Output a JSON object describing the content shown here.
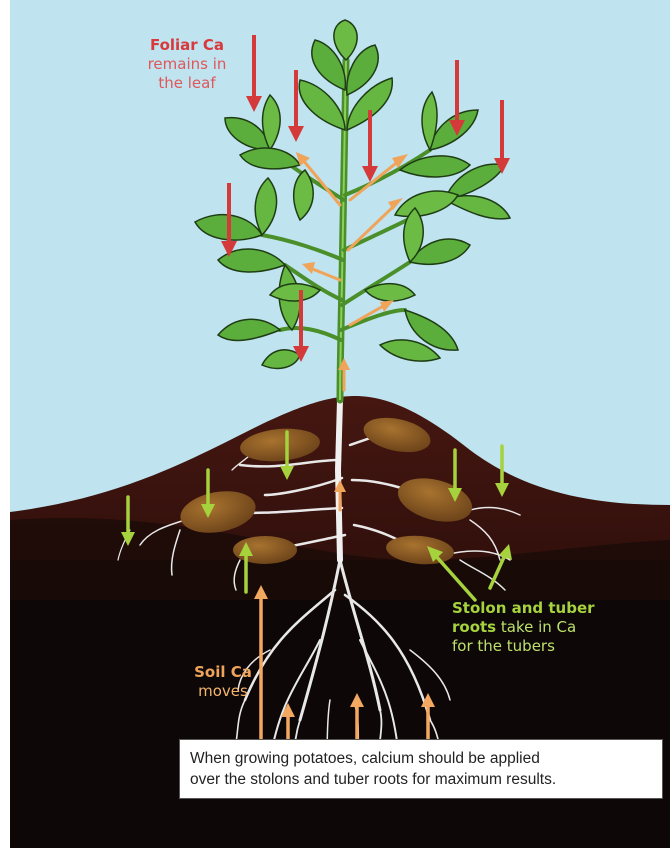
{
  "colors": {
    "sky": "#bfe3ef",
    "soil_top": "#3a120d",
    "soil_deep": "#0d0807",
    "leaf": "#5cae3c",
    "leaf_dark": "#2f7a22",
    "tuber": "#8a5a22",
    "foliar_arrow": "#d43a3a",
    "internal_arrow": "#f0a45a",
    "root_arrow": "#a6d23d",
    "soil_arrow": "#f2a860"
  },
  "labels": {
    "foliar": {
      "bold": "Foliar Ca",
      "line2": "remains in",
      "line3": "the leaf"
    },
    "stolon": {
      "bold1": "Stolon and tuber",
      "bold2": "roots",
      "rest2": " take in Ca",
      "line3": "for the tubers"
    },
    "soil": {
      "bold": "Soil Ca",
      "line2": "moves"
    }
  },
  "caption": {
    "line1": "When growing potatoes, calcium should be applied",
    "line2": "over the stolons and tuber roots for maximum results."
  }
}
